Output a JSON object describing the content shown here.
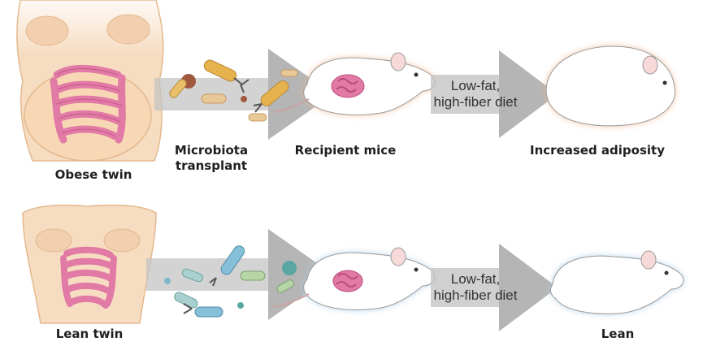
{
  "top_row": {
    "donor_label": "Obese twin",
    "transplant_label": [
      "Microbiota",
      "transplant"
    ],
    "recipient_label": "Recipient mice",
    "diet_label": [
      "Low-fat,",
      "high-fiber diet"
    ],
    "outcome_label": "Increased adiposity"
  },
  "bottom_row": {
    "donor_label": "Lean twin",
    "diet_label": [
      "Low-fat,",
      "high-fiber diet"
    ],
    "outcome_label": "Lean"
  },
  "colors": {
    "skin": "#f6dcc0",
    "skin_stroke": "#e3b98f",
    "intestine": "#e27aa6",
    "intestine_stroke": "#b94a7a",
    "arrow": "#b5b5b5",
    "obese_glow": "#f3b78e",
    "lean_glow": "#a7cfee",
    "mouse_body": "#ffffff",
    "mouse_stroke": "#9a9a9a",
    "bacteria_top": "#e6b24d",
    "bacteria_bottom": "#86bfd8"
  }
}
